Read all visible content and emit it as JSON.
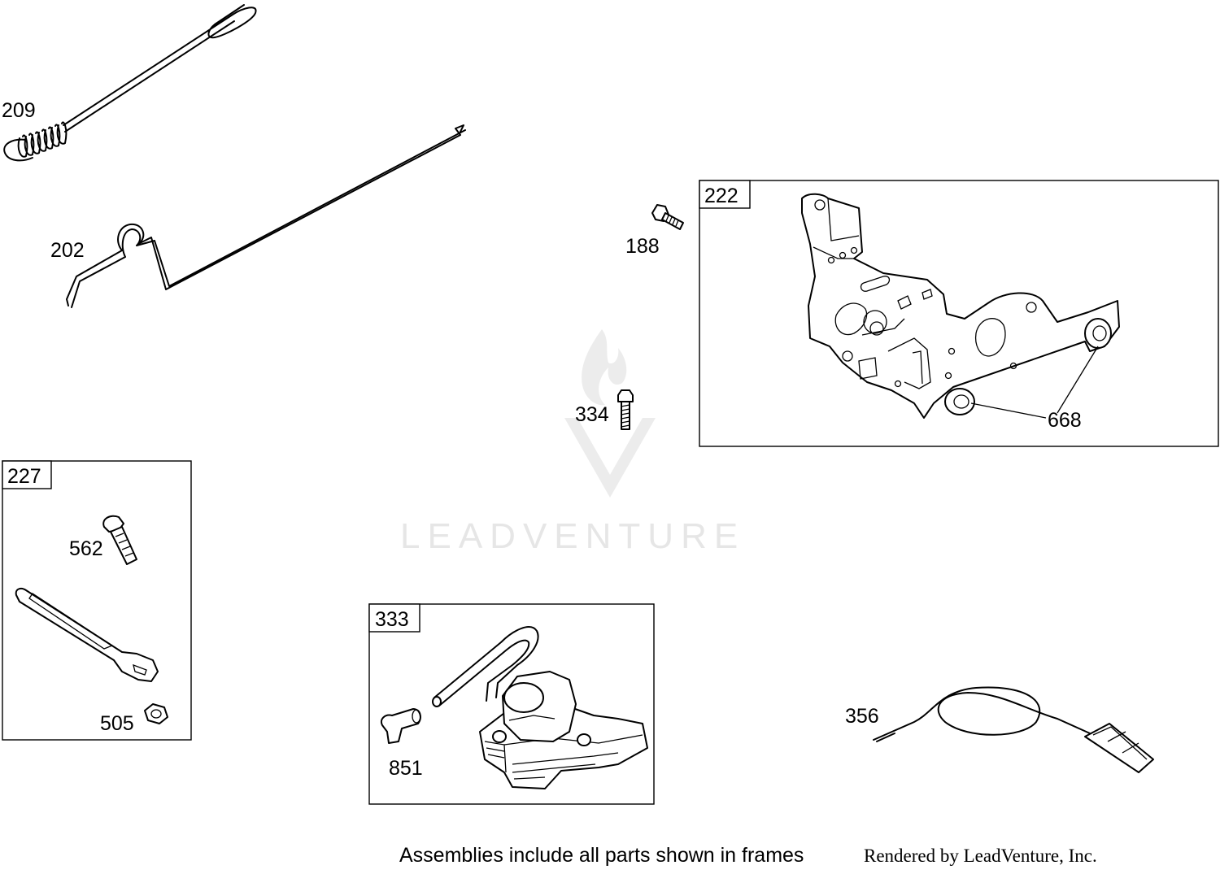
{
  "watermark": {
    "text": "LEADVENTURE"
  },
  "parts": {
    "p209": "209",
    "p202": "202",
    "p188": "188",
    "p222": "222",
    "p334": "334",
    "p668": "668",
    "p227": "227",
    "p562": "562",
    "p505": "505",
    "p333": "333",
    "p851": "851",
    "p356": "356"
  },
  "footer": {
    "note": "Assemblies include all parts shown in frames",
    "credit": "Rendered by LeadVenture, Inc."
  }
}
